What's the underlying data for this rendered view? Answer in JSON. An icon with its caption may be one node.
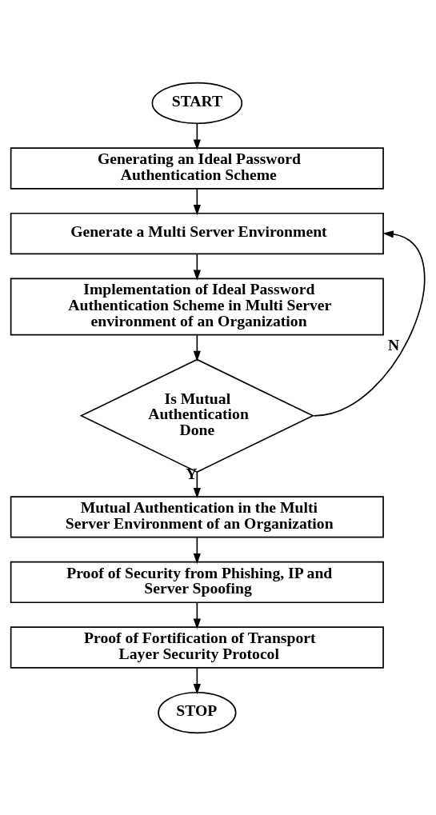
{
  "diagram": {
    "nodes": [
      {
        "text": [
          "START"
        ]
      },
      {
        "text": [
          "Generating an Ideal Password Authentication Scheme"
        ]
      },
      {
        "text": [
          "Generate a Multi Server Environment"
        ]
      },
      {
        "text": [
          "Implementation of Ideal Password Authentication Scheme in Multi Server environment of an Organization"
        ]
      },
      {
        "text": [
          "Is Mutual Authentication Done"
        ]
      },
      {
        "text": [
          "Mutual Authentication in the Multi Server Environment of an Organization"
        ]
      },
      {
        "text": [
          "Proof of Security from Phishing, IP and Server Spoofing"
        ]
      },
      {
        "text": [
          "Proof of Fortification of Transport Layer Security Protocol"
        ]
      },
      {
        "text": [
          "STOP"
        ]
      }
    ],
    "edges": [
      {
        "from": 0,
        "to": 1,
        "arrow": "to"
      },
      {
        "from": 1,
        "to": 2,
        "arrow": "to"
      },
      {
        "from": 2,
        "to": 3,
        "arrow": "to"
      },
      {
        "from": 3,
        "to": 4,
        "arrow": "to"
      },
      {
        "from": 4,
        "to": 2,
        "arrow": "to",
        "label": "N"
      },
      {
        "from": 4,
        "to": 5,
        "arrow": "to",
        "label": "Y"
      },
      {
        "from": 5,
        "to": 6,
        "arrow": "to"
      },
      {
        "from": 6,
        "to": 7,
        "arrow": "to"
      },
      {
        "from": 7,
        "to": 8,
        "arrow": "to"
      }
    ]
  }
}
